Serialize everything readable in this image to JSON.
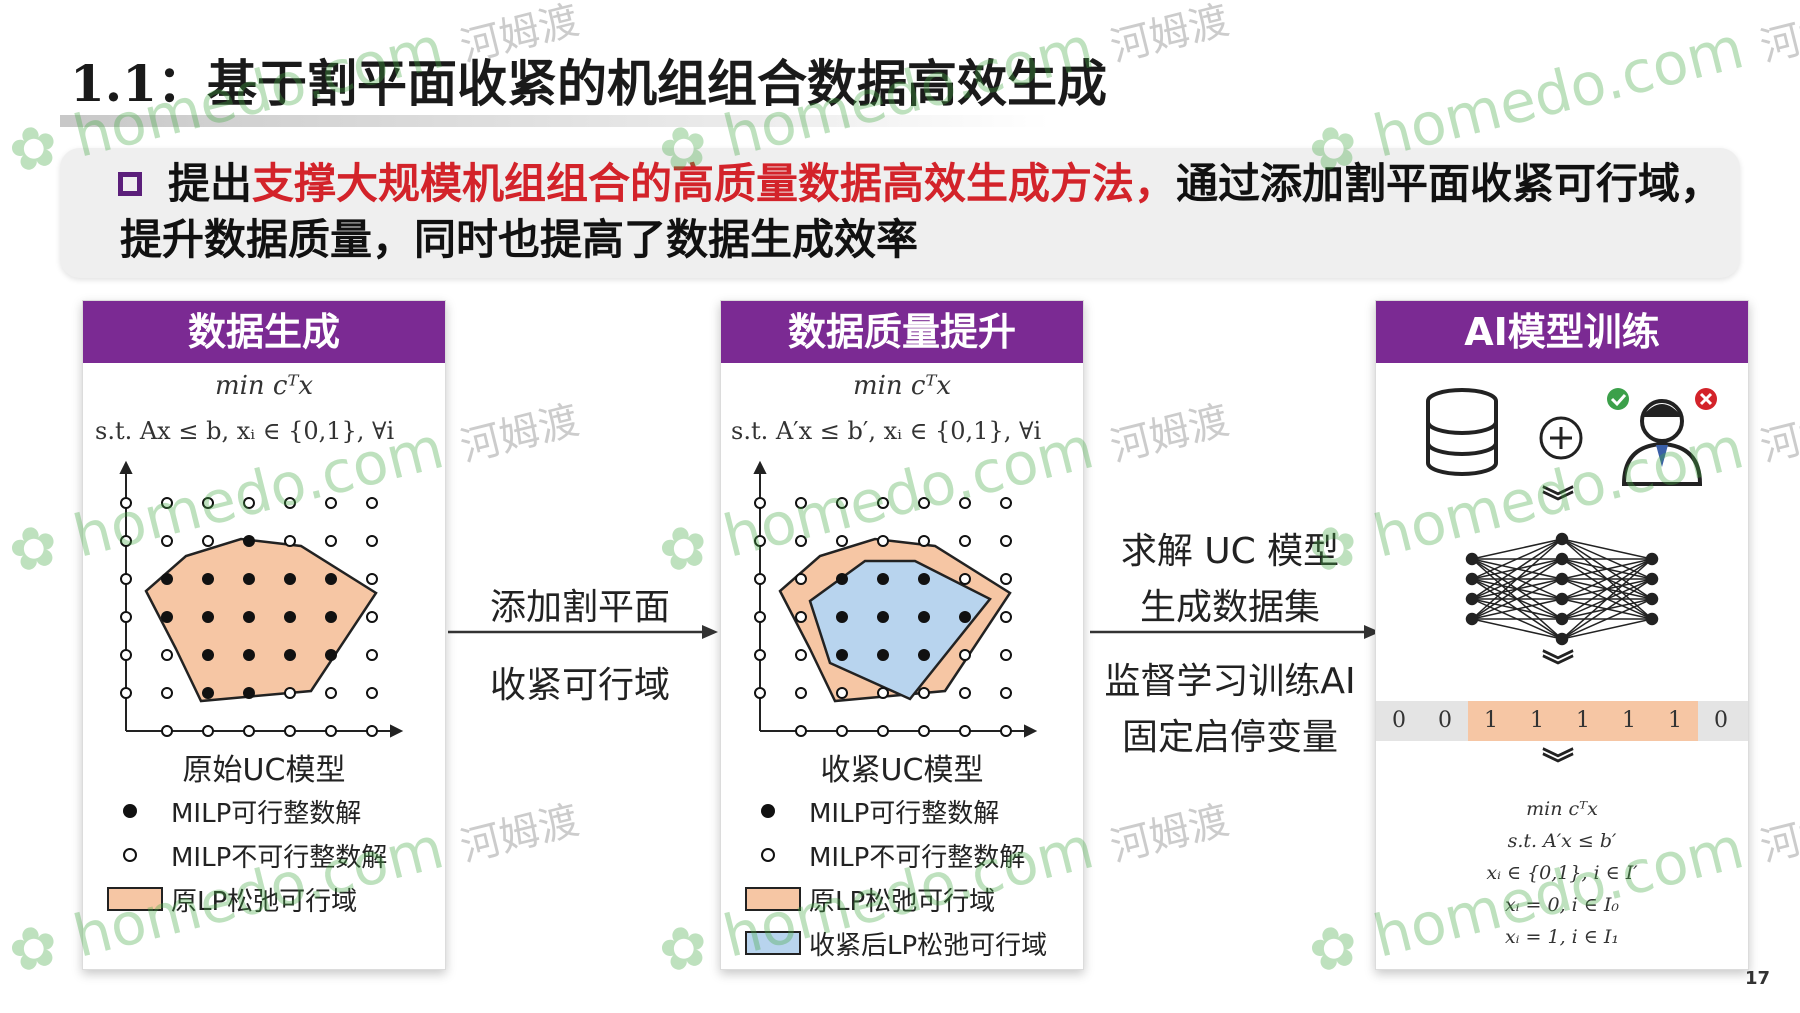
{
  "title": "1.1：基于割平面收紧的机组组合数据高效生成",
  "summary": {
    "prefix": "提出",
    "highlight": "支撑大规模机组组合的高质量数据高效生成方法，",
    "rest": "通过添加割平面收紧可行域，提升数据质量，同时也提高了数据生成效率"
  },
  "colors": {
    "header": "#7b2a93",
    "highlight": "#d3232a",
    "orig_region": "#f6c6a4",
    "tight_region": "#b8d4ee"
  },
  "panel1": {
    "header": "数据生成",
    "obj": "min cᵀx",
    "constraint": "s.t.  Ax ≤ b, xᵢ ∈ {0,1}, ∀i",
    "caption": "原始UC模型",
    "legend": [
      "MILP可行整数解",
      "MILP不可行整数解",
      "原LP松弛可行域"
    ]
  },
  "arrow1": {
    "line1": "添加割平面",
    "line2": "收紧可行域"
  },
  "panel2": {
    "header": "数据质量提升",
    "obj": "min cᵀx",
    "constraint": "s.t.  A′x ≤ b′, xᵢ ∈ {0,1}, ∀i",
    "caption": "收紧UC模型",
    "legend": [
      "MILP可行整数解",
      "MILP不可行整数解",
      "原LP松弛可行域",
      "收紧后LP松弛可行域"
    ]
  },
  "arrow2": {
    "line1": "求解 UC 模型",
    "line2": "生成数据集",
    "line3": "监督学习训练AI",
    "line4": "固定启停变量"
  },
  "panel3": {
    "header": "AI模型训练",
    "vector": [
      "0",
      "0",
      "1",
      "1",
      "1",
      "1",
      "1",
      "0"
    ],
    "formula": [
      "min cᵀx",
      "s.t. A′x ≤ b′",
      "xᵢ ∈ {0,1}, i ∈ I′",
      "xᵢ = 0, i ∈ I₀",
      "xᵢ = 1, i ∈ I₁"
    ]
  },
  "watermark": {
    "latin": "homedo.com",
    "cn": "河姆渡"
  },
  "page_number": "17"
}
